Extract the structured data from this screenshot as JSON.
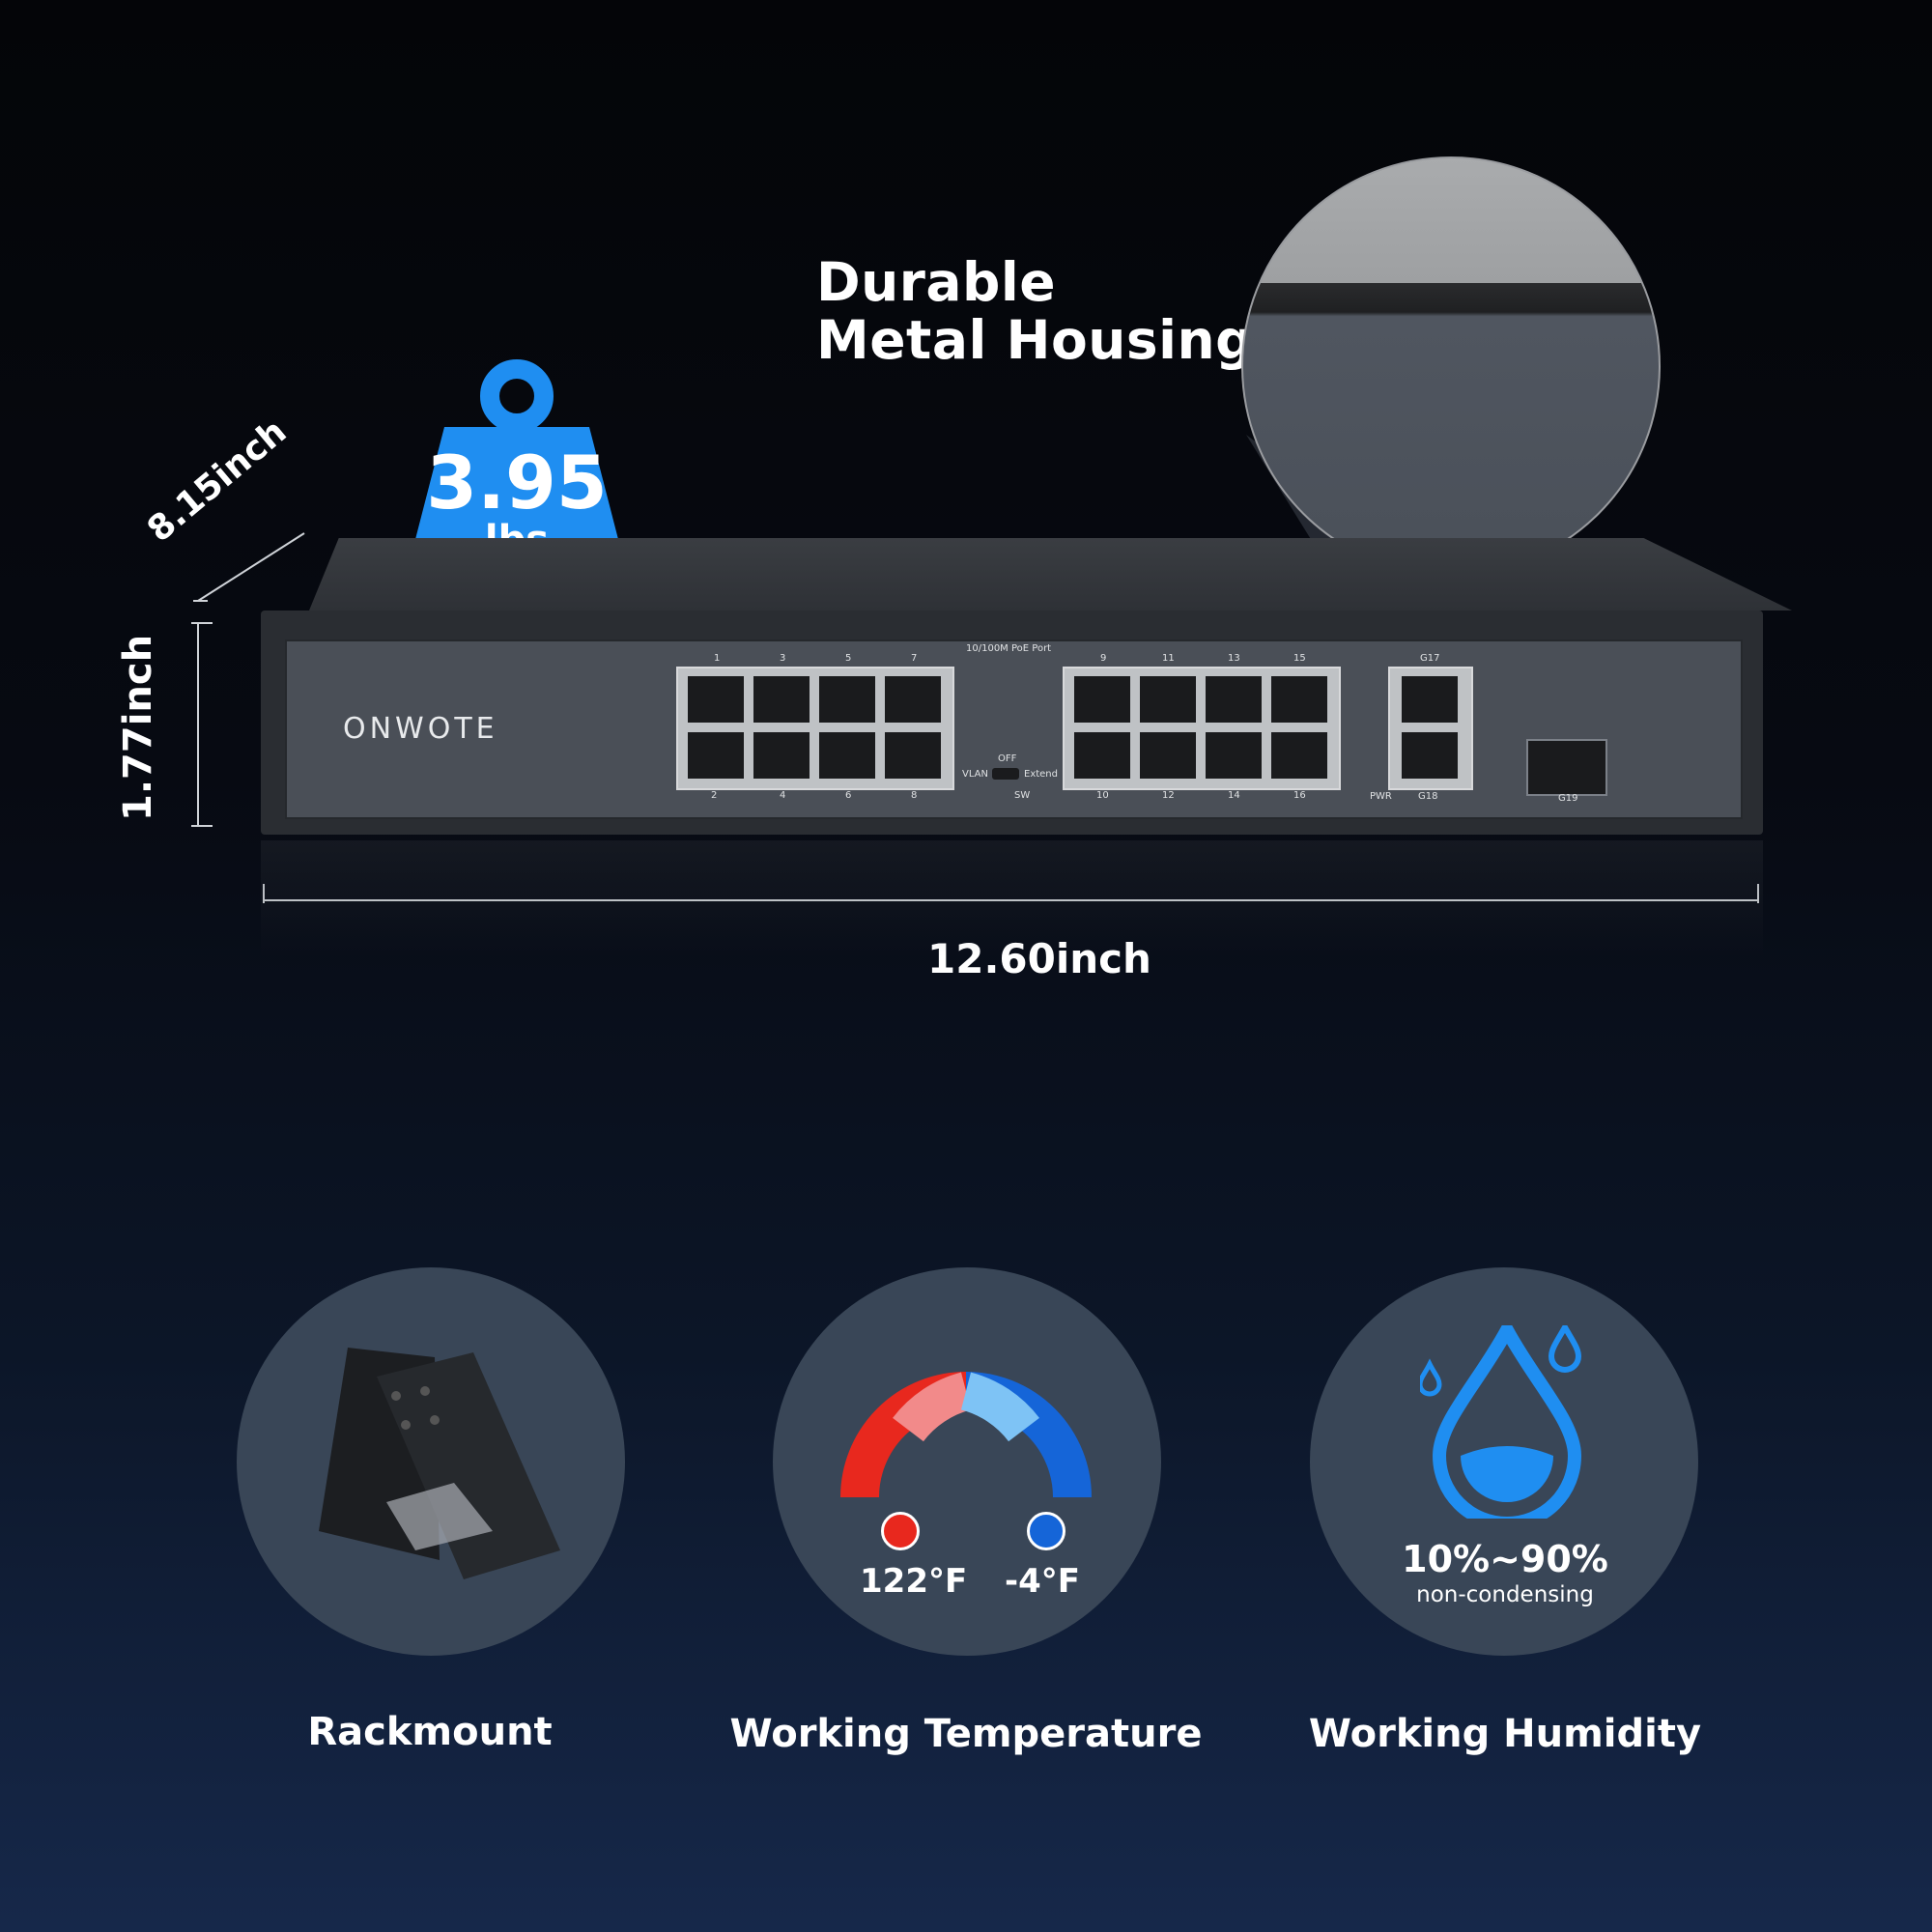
{
  "features": {
    "housing_title_line1": "Durable",
    "housing_title_line2": "Metal Housing",
    "weight_value": "3.95",
    "weight_unit": "lbs"
  },
  "dimensions": {
    "depth": "8.15inch",
    "height": "1.77inch",
    "width": "12.60inch"
  },
  "device": {
    "brand": "ONWOTE",
    "poe_label": "10/100M PoE Port",
    "top_ports_left": [
      "1",
      "3",
      "5",
      "7"
    ],
    "bottom_ports_left": [
      "2",
      "4",
      "6",
      "8"
    ],
    "top_ports_right": [
      "9",
      "11",
      "13",
      "15"
    ],
    "bottom_ports_right": [
      "10",
      "12",
      "14",
      "16"
    ],
    "uplink_top": "G17",
    "uplink_bottom": "G18",
    "sfp": "G19",
    "pwr": "PWR",
    "switch_off": "OFF",
    "switch_vlan": "VLAN",
    "switch_extend": "Extend",
    "switch_sw": "SW"
  },
  "cards": {
    "rackmount_label": "Rackmount",
    "temperature_label": "Working Temperature",
    "temp_high": "122°F",
    "temp_low": "-4°F",
    "humidity_label": "Working Humidity",
    "humidity_range": "10%~90%",
    "humidity_note": "non-condensing"
  },
  "colors": {
    "accent_blue": "#1f8ef1",
    "hot_red": "#e8281e",
    "cold_blue": "#1565d8"
  }
}
